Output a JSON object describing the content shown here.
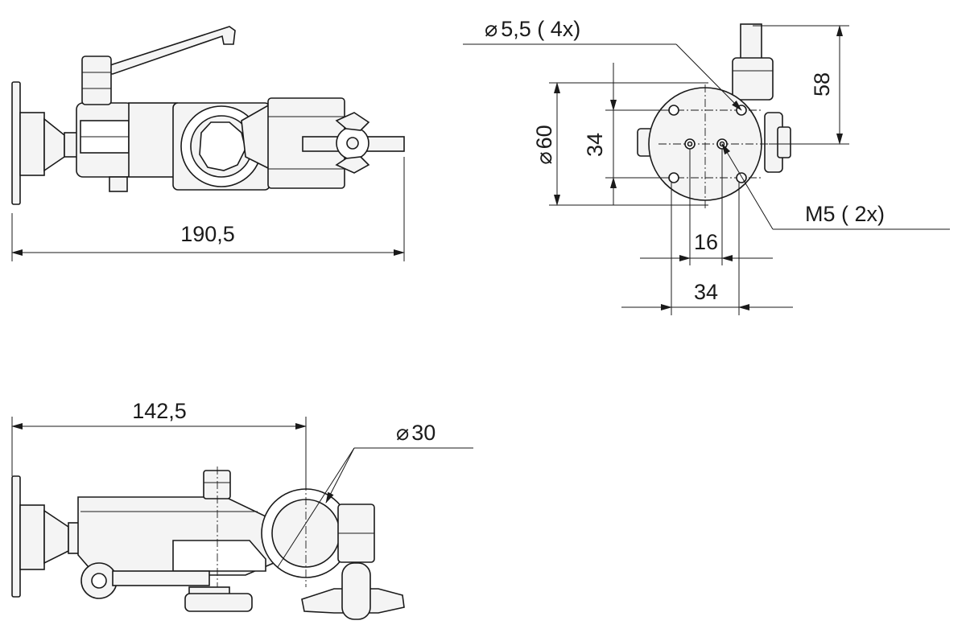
{
  "dimensions": {
    "side_length": "190,5",
    "bottom_length": "142,5",
    "hole_spec": "5,5  ( 4x)",
    "thread_spec": "M5  ( 2x)",
    "plate_diameter": "60",
    "vertical_spacing": "34",
    "height": "58",
    "small_spacing": "16",
    "horizontal_spacing": "34",
    "tube_diameter": "30"
  },
  "symbols": {
    "diameter": "⌀"
  }
}
